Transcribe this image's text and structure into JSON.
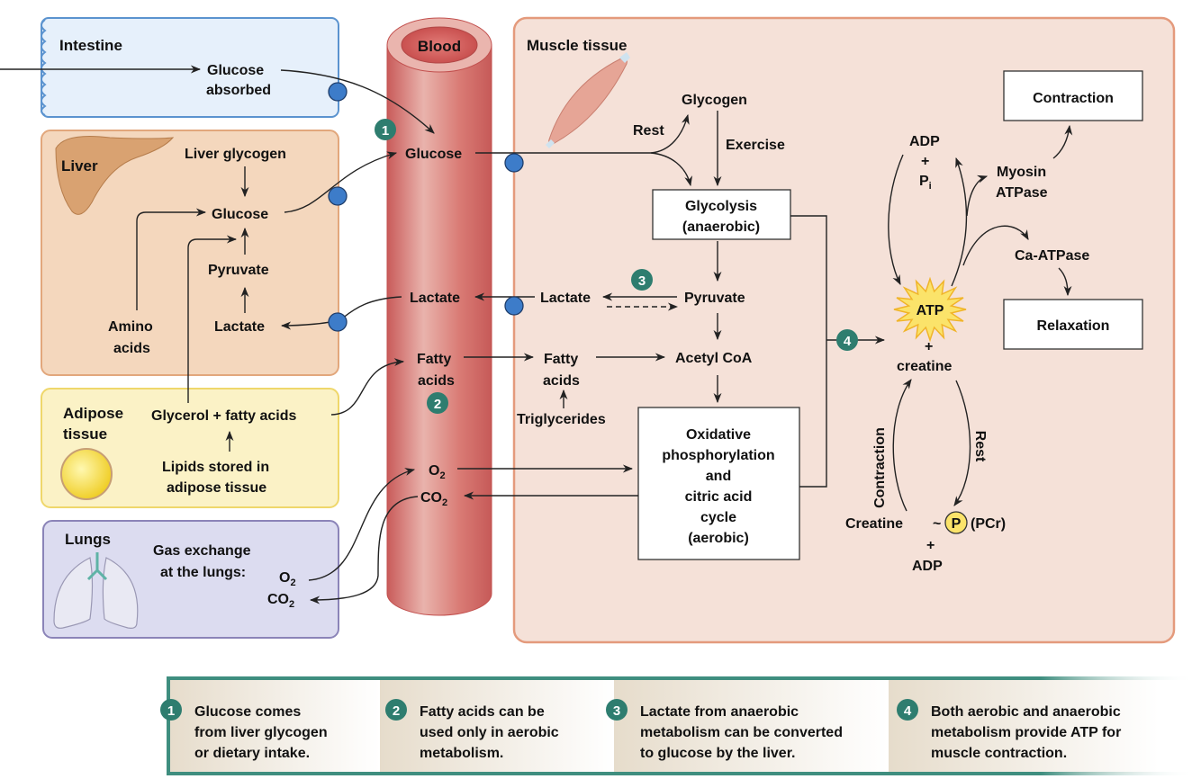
{
  "colors": {
    "intestine_fill": "#e6f0fb",
    "intestine_stroke": "#5b93cf",
    "liver_fill": "#f4d7bd",
    "liver_stroke": "#e2a77c",
    "adipose_fill": "#fbf2c6",
    "adipose_stroke": "#efd76b",
    "lungs_fill": "#dcdcf0",
    "lungs_stroke": "#8b84b8",
    "muscle_fill": "#f5e1d8",
    "muscle_stroke": "#e49a7c",
    "blood": "#d9736f",
    "badge": "#2e7d6f",
    "transporter": "#3d7cc9",
    "atp_star": "#fbe36a",
    "legend_border": "#3f8e7f"
  },
  "regions": {
    "intestine": "Intestine",
    "liver": "Liver",
    "adipose_line1": "Adipose",
    "adipose_line2": "tissue",
    "lungs": "Lungs",
    "blood": "Blood",
    "muscle": "Muscle tissue"
  },
  "intestine": {
    "glucose": "Glucose",
    "absorbed": "absorbed"
  },
  "liver": {
    "glycogen": "Liver glycogen",
    "glucose": "Glucose",
    "pyruvate": "Pyruvate",
    "lactate": "Lactate",
    "amino1": "Amino",
    "amino2": "acids"
  },
  "adipose": {
    "glycerol": "Glycerol + fatty acids",
    "lipids1": "Lipids stored in",
    "lipids2": "adipose tissue"
  },
  "lungs": {
    "gas1": "Gas exchange",
    "gas2": "at the lungs:",
    "o2": "O",
    "co2": "CO",
    "sub": "2"
  },
  "blood": {
    "glucose": "Glucose",
    "lactate": "Lactate",
    "fatty1": "Fatty",
    "fatty2": "acids",
    "o2": "O",
    "co2": "CO",
    "sub": "2"
  },
  "muscle": {
    "glycogen": "Glycogen",
    "rest": "Rest",
    "exercise": "Exercise",
    "glycolysis1": "Glycolysis",
    "glycolysis2": "(anaerobic)",
    "lactate": "Lactate",
    "pyruvate": "Pyruvate",
    "fatty1": "Fatty",
    "fatty2": "acids",
    "triglycerides": "Triglycerides",
    "acetyl": "Acetyl CoA",
    "ox1": "Oxidative",
    "ox2": "phosphorylation",
    "ox3": "and",
    "ox4": "citric acid",
    "ox5": "cycle",
    "ox6": "(aerobic)",
    "adp": "ADP",
    "plus": "+",
    "pi": "P",
    "pi_sub": "i",
    "atp": "ATP",
    "creatine_lower": "creatine",
    "myosin1": "Myosin",
    "myosin2": "ATPase",
    "ca_atpase": "Ca-ATPase",
    "contraction_box": "Contraction",
    "relaxation_box": "Relaxation",
    "contraction_vertical": "Contraction",
    "rest_vertical": "Rest",
    "creatine": "Creatine",
    "tilde": "~",
    "p": "P",
    "pcr": "(PCr)",
    "adp_bottom": "ADP"
  },
  "badges": [
    "1",
    "2",
    "3",
    "4"
  ],
  "legend": [
    {
      "num": "1",
      "lines": [
        "Glucose comes",
        "from liver glycogen",
        "or dietary intake."
      ]
    },
    {
      "num": "2",
      "lines": [
        "Fatty acids can be",
        "used only in aerobic",
        "metabolism."
      ]
    },
    {
      "num": "3",
      "lines": [
        "Lactate from anaerobic",
        "metabolism can be converted",
        "to glucose by the liver."
      ]
    },
    {
      "num": "4",
      "lines": [
        "Both aerobic and anaerobic",
        "metabolism provide ATP for",
        "muscle contraction."
      ]
    }
  ]
}
